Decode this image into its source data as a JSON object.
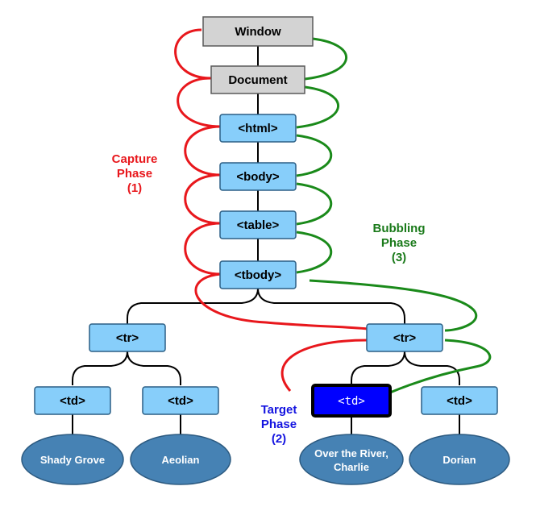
{
  "nodes": {
    "window": "Window",
    "document": "Document",
    "html": "<html>",
    "body": "<body>",
    "table": "<table>",
    "tbody": "<tbody>",
    "tr_left": "<tr>",
    "tr_right": "<tr>",
    "td_1": "<td>",
    "td_2": "<td>",
    "td_target": "<td>",
    "td_4": "<td>"
  },
  "leaves": {
    "shady_grove": "Shady Grove",
    "aeolian": "Aeolian",
    "over_the_river_line1": "Over the River,",
    "over_the_river_line2": "Charlie",
    "dorian": "Dorian"
  },
  "phases": {
    "capture": {
      "line1": "Capture",
      "line2": "Phase",
      "line3": "(1)",
      "color": "#e8171c"
    },
    "target": {
      "line1": "Target",
      "line2": "Phase",
      "line3": "(2)",
      "color": "#1414e0"
    },
    "bubbling": {
      "line1": "Bubbling",
      "line2": "Phase",
      "line3": "(3)",
      "color": "#1a7a1a"
    }
  },
  "colors": {
    "node_gray": "#d3d3d3",
    "node_blue": "#87cefa",
    "target_fill": "#0000ff",
    "leaf_fill": "#4682b4",
    "capture_line": "#e8171c",
    "bubble_line": "#1a8a1a"
  }
}
